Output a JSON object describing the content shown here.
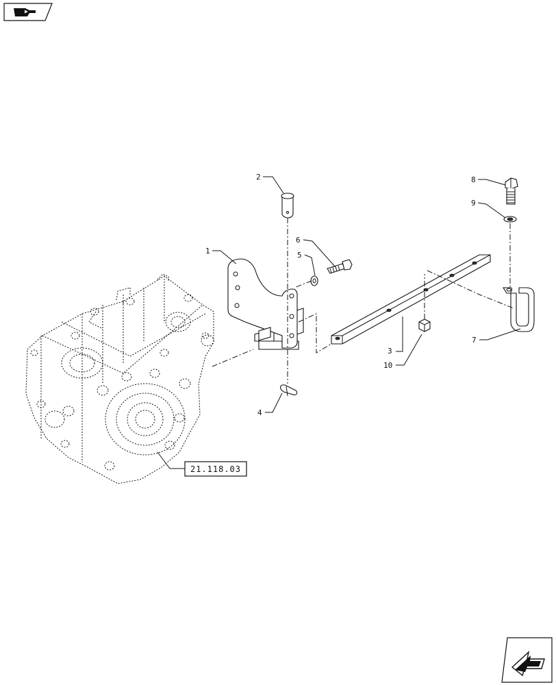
{
  "nav": {
    "prev_icon": "hand-pointing-icon",
    "next_icon": "arrow-next-icon"
  },
  "callouts": [
    "1",
    "2",
    "3",
    "4",
    "5",
    "6",
    "7",
    "8",
    "9",
    "10"
  ],
  "reference": "21.118.03"
}
